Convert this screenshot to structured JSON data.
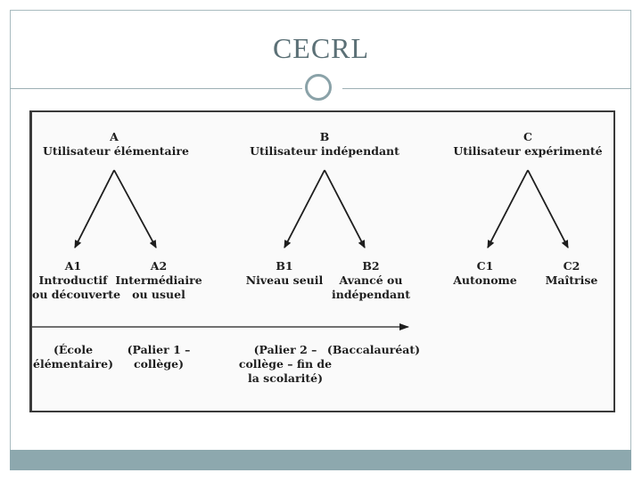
{
  "slide": {
    "title": "CECRL"
  },
  "diagram": {
    "groups": [
      {
        "letter": "A",
        "name": "Utilisateur élémentaire"
      },
      {
        "letter": "B",
        "name": "Utilisateur indépendant"
      },
      {
        "letter": "C",
        "name": "Utilisateur expérimenté"
      }
    ],
    "levels": [
      {
        "code": "A1",
        "line1": "Introductif",
        "line2": "ou découverte"
      },
      {
        "code": "A2",
        "line1": "Intermédiaire",
        "line2": "ou usuel"
      },
      {
        "code": "B1",
        "line1": "Niveau seuil",
        "line2": ""
      },
      {
        "code": "B2",
        "line1": "Avancé ou",
        "line2": "indépendant"
      },
      {
        "code": "C1",
        "line1": "Autonome",
        "line2": ""
      },
      {
        "code": "C2",
        "line1": "Maîtrise",
        "line2": ""
      }
    ],
    "stages": [
      {
        "line1": "(École",
        "line2": "élémentaire)",
        "line3": ""
      },
      {
        "line1": "(Palier 1 –",
        "line2": "collège)",
        "line3": ""
      },
      {
        "line1": "(Palier 2 –",
        "line2": "collège – fin de",
        "line3": "la scolarité)"
      },
      {
        "line1": "(Baccalauréat)",
        "line2": "",
        "line3": ""
      }
    ]
  }
}
